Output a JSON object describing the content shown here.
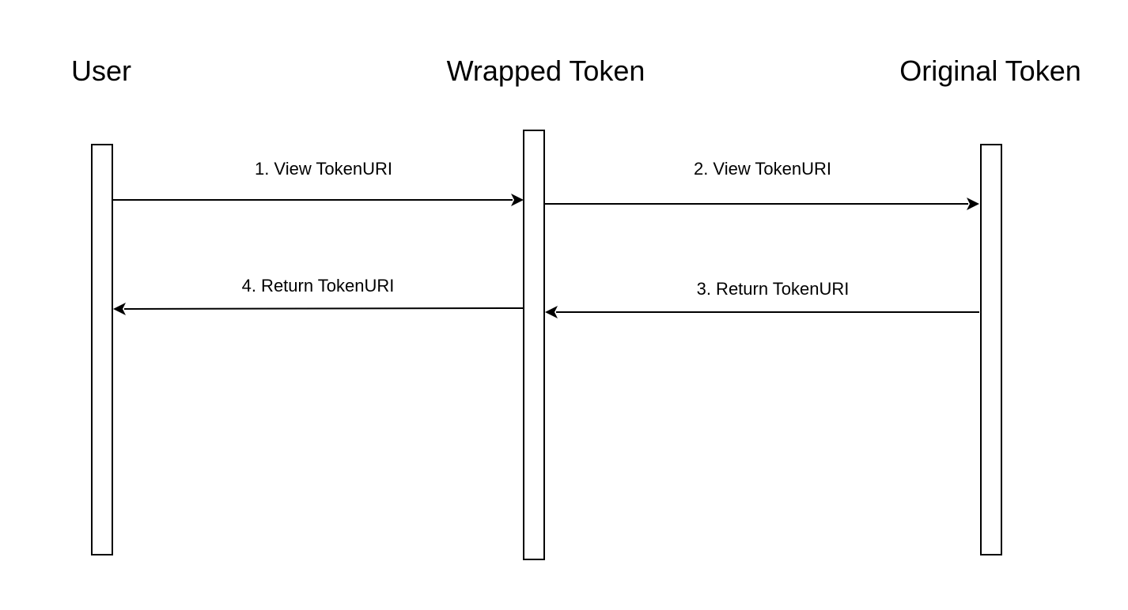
{
  "participants": [
    {
      "id": "user",
      "label": "User"
    },
    {
      "id": "wrapped",
      "label": "Wrapped Token"
    },
    {
      "id": "original",
      "label": "Original Token"
    }
  ],
  "messages": [
    {
      "order": 1,
      "from": "user",
      "to": "wrapped",
      "label": "1. View TokenURI"
    },
    {
      "order": 2,
      "from": "wrapped",
      "to": "original",
      "label": "2. View TokenURI"
    },
    {
      "order": 3,
      "from": "original",
      "to": "wrapped",
      "label": "3. Return TokenURI"
    },
    {
      "order": 4,
      "from": "wrapped",
      "to": "user",
      "label": "4. Return TokenURI"
    }
  ],
  "colors": {
    "line": "#000000",
    "background": "#ffffff"
  }
}
